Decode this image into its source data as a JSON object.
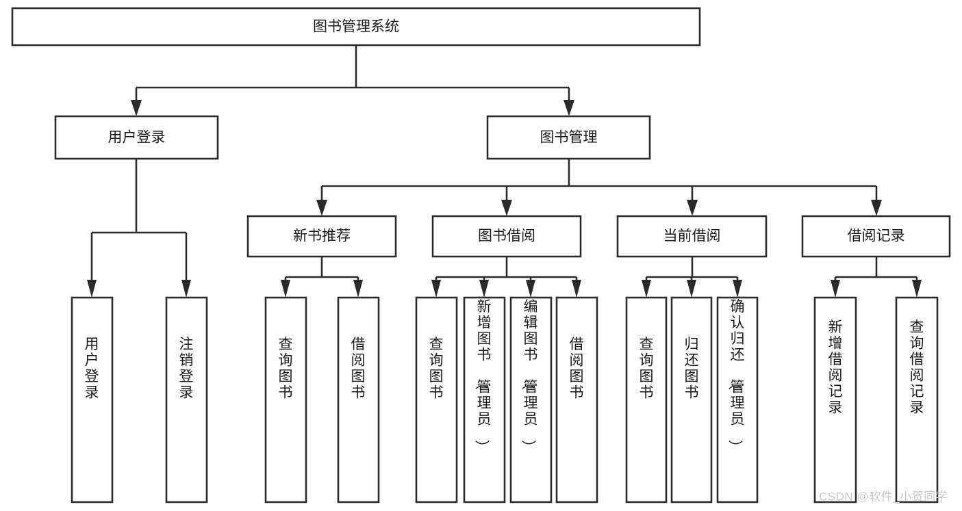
{
  "diagram": {
    "type": "tree-hierarchy",
    "title": "图书管理系统",
    "watermark": "CSDN @软件_小贺同学",
    "colors": {
      "box_stroke": "#2b2b2b",
      "box_fill": "#ffffff",
      "text": "#1a1a1a",
      "watermark": "#c9c9c9",
      "background": "#ffffff"
    },
    "levels": {
      "root": {
        "label": "图书管理系统"
      },
      "level2": [
        {
          "label": "用户登录"
        },
        {
          "label": "图书管理"
        }
      ],
      "level3": [
        {
          "label": "新书推荐"
        },
        {
          "label": "图书借阅"
        },
        {
          "label": "当前借阅"
        },
        {
          "label": "借阅记录"
        }
      ],
      "leaves": [
        {
          "label": "用户登录",
          "parent": "用户登录"
        },
        {
          "label": "注销登录",
          "parent": "用户登录"
        },
        {
          "label": "查询图书",
          "parent": "新书推荐"
        },
        {
          "label": "借阅图书",
          "parent": "新书推荐"
        },
        {
          "label": "查询图书",
          "parent": "图书借阅"
        },
        {
          "label": "新增图书（管理员）",
          "parent": "图书借阅"
        },
        {
          "label": "编辑图书（管理员）",
          "parent": "图书借阅"
        },
        {
          "label": "借阅图书",
          "parent": "图书借阅"
        },
        {
          "label": "查询图书",
          "parent": "当前借阅"
        },
        {
          "label": "归还图书",
          "parent": "当前借阅"
        },
        {
          "label": "确认归还（管理员）",
          "parent": "当前借阅"
        },
        {
          "label": "新增借阅记录",
          "parent": "借阅记录"
        },
        {
          "label": "查询借阅记录",
          "parent": "借阅记录"
        }
      ]
    }
  }
}
